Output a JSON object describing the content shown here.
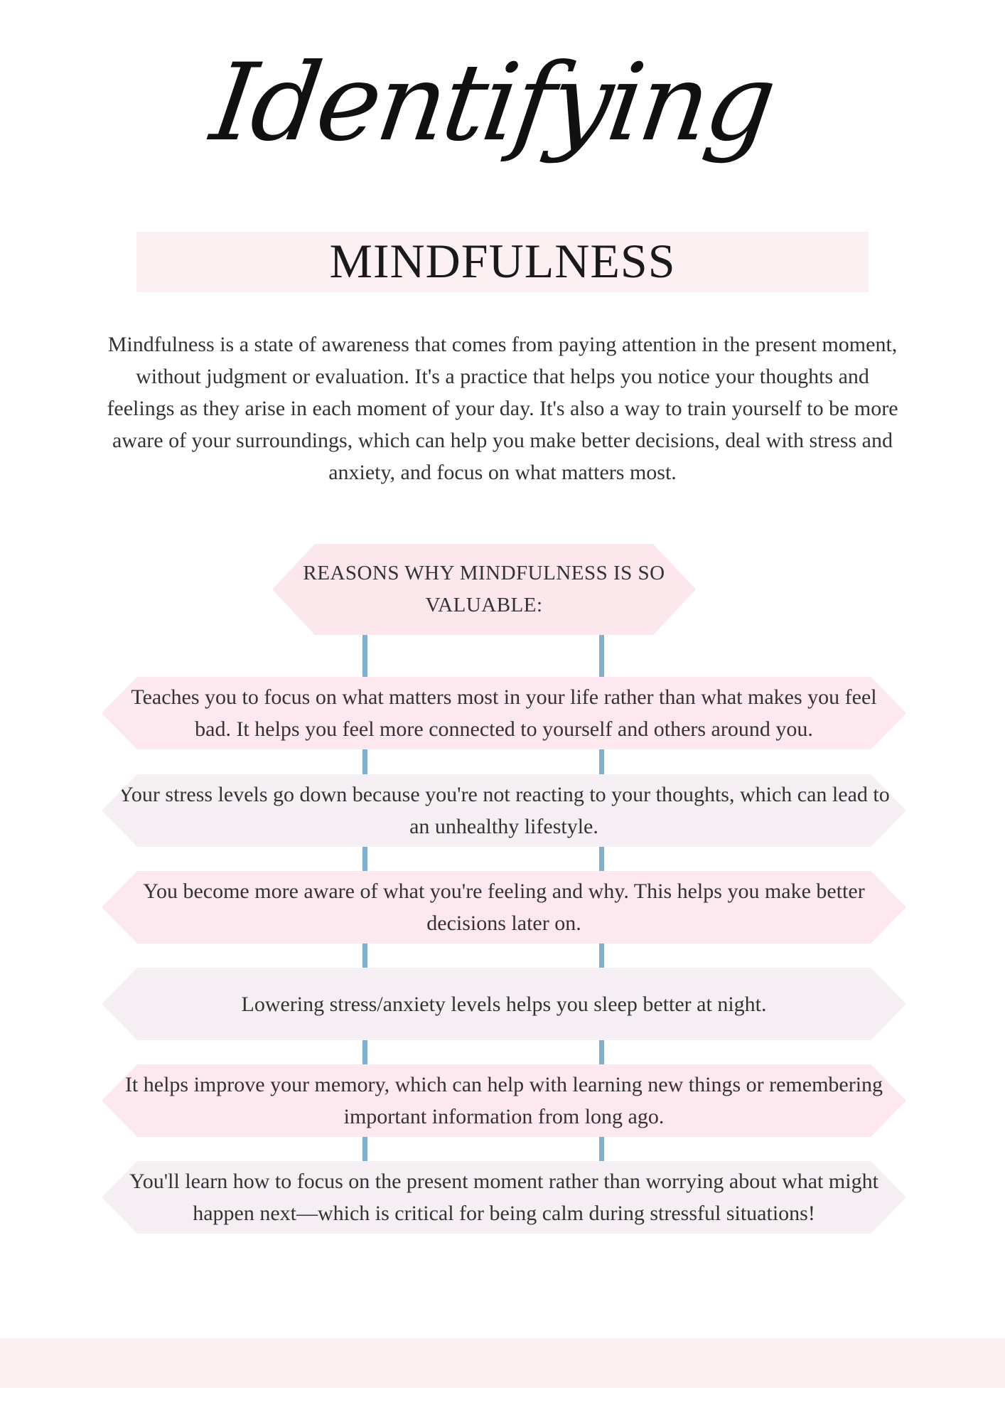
{
  "title": {
    "script": "Identifying",
    "main": "MINDFULNESS"
  },
  "intro": "Mindfulness is a state of awareness that comes from paying attention in the present moment, without judgment or evaluation. It's a practice that helps you notice your thoughts and feelings as they arise in each moment of your day. It's also a way to train yourself to be more aware of your surroundings, which can help you make better decisions, deal with stress and anxiety, and focus on what matters most.",
  "reasons_header": "REASONS WHY MINDFULNESS IS SO VALUABLE:",
  "reasons": [
    "Teaches you to focus on what matters most in your life rather than what makes you feel bad. It helps you feel more connected to yourself and others around you.",
    "Your stress levels go down because you're not reacting to your thoughts, which can lead to an unhealthy lifestyle.",
    "You become more aware of what you're feeling and why. This helps you make better decisions later on.",
    "Lowering stress/anxiety levels helps you sleep better at night.",
    "It helps improve your memory, which can help with learning new things or remembering important information from long ago.",
    "You'll learn how to focus on the present moment rather than worrying about what might happen next—which is critical for being calm during stressful situations!"
  ],
  "colors": {
    "pink_fill": "#fce8ee",
    "lavender_fill": "#f5eff4",
    "connector_blue": "#7fb0d0",
    "band_pink": "#fcf0f3"
  }
}
